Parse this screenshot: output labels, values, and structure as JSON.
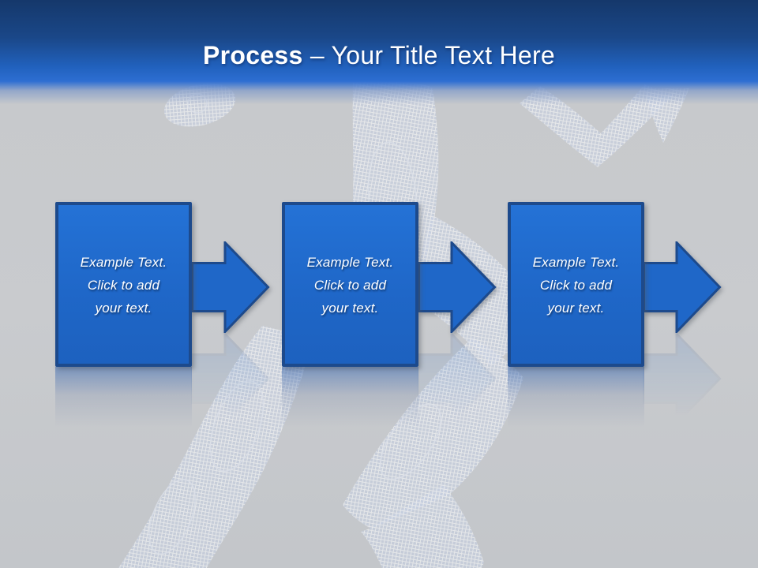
{
  "slide": {
    "title": {
      "bold": "Process",
      "rest": " – Your Title Text Here"
    }
  },
  "process": {
    "steps": [
      {
        "lines": [
          "Example Text.",
          "Click to add",
          "your text."
        ]
      },
      {
        "lines": [
          "Example Text.",
          "Click to add",
          "your text."
        ]
      },
      {
        "lines": [
          "Example Text.",
          "Click to add",
          "your text."
        ]
      }
    ]
  },
  "background_figure": "wireframe-runner",
  "colors": {
    "header_top": "#15386b",
    "header_bottom": "#2d6ed2",
    "shape_fill": "#1f67c8",
    "shape_border": "#1d4a8c",
    "background": "#c7c9cc",
    "text": "#ffffff"
  }
}
